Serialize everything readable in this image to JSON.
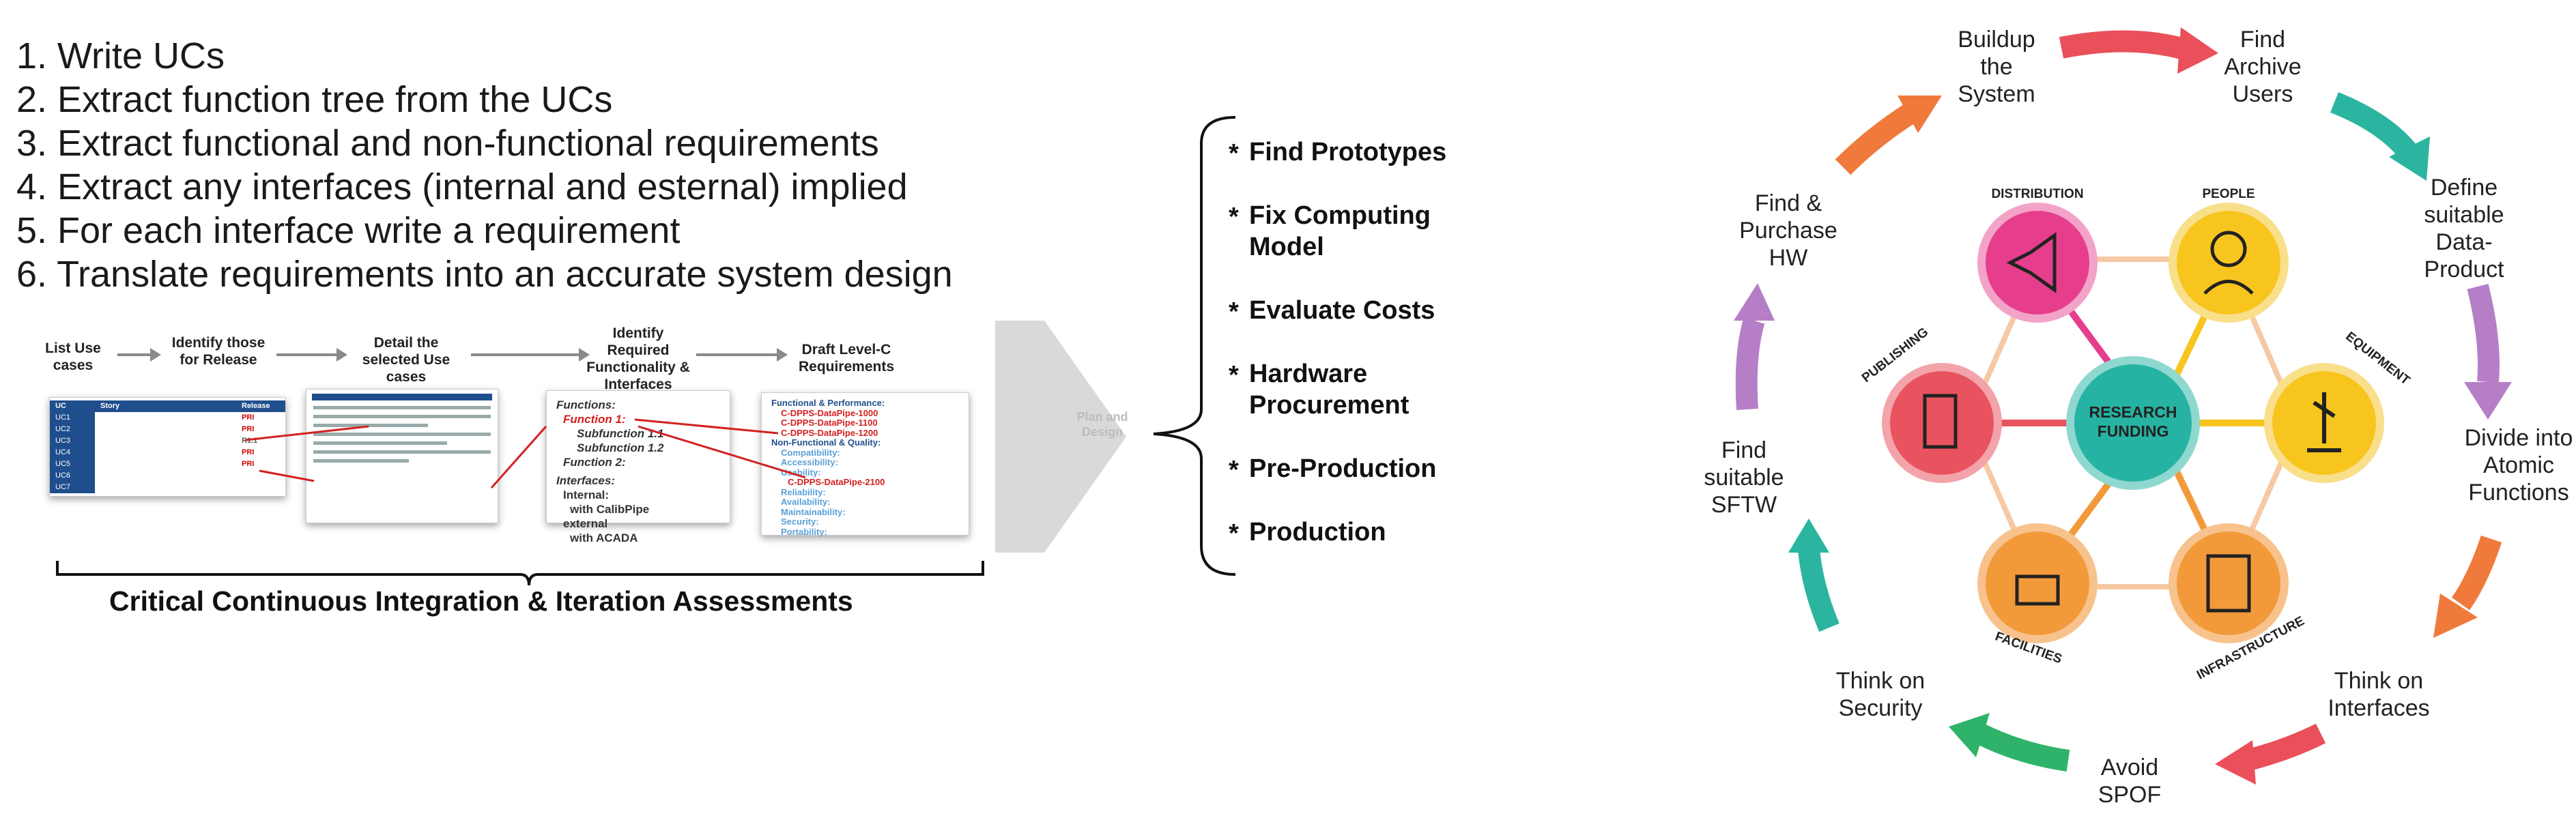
{
  "steps": [
    "1. Write UCs",
    "2. Extract function tree from the UCs",
    "3. Extract functional and non-functional requirements",
    "4. Extract any interfaces (internal and esternal) implied",
    "5. For each interface write a requirement",
    "6. Translate requirements into an accurate system design"
  ],
  "flow": {
    "labels": [
      "List Use cases",
      "Identify those for Release",
      "Detail the selected Use cases",
      "Identify Required Functionality & Interfaces",
      "Draft Level-C Requirements"
    ],
    "plan_label": "Plan and Design",
    "uc_table": {
      "headers": [
        "UC",
        "Story",
        "Release"
      ],
      "rows": [
        [
          "UC1",
          "",
          "PRI"
        ],
        [
          "UC2",
          "",
          "PRI"
        ],
        [
          "UC3",
          "",
          "R1.1"
        ],
        [
          "UC4",
          "",
          "PRI"
        ],
        [
          "UC5",
          "",
          "PRI"
        ],
        [
          "UC6",
          "",
          ""
        ],
        [
          "UC7",
          "",
          ""
        ]
      ]
    },
    "functions_card": [
      "Functions:",
      "Function 1:",
      "Subfunction 1.1",
      "Subfunction 1.2",
      "Function 2:",
      "Interfaces:",
      "Internal:",
      "with CalibPipe",
      "external",
      "with ACADA"
    ],
    "requirements_card": [
      "Functional & Performance:",
      "C-DPPS-DataPipe-1000",
      "C-DPPS-DataPipe-1100",
      "C-DPPS-DataPipe-1200",
      "Non-Functional & Quality:",
      "Compatibility:",
      "Accessibility:",
      "Usability:",
      "C-DPPS-DataPipe-2100",
      "Reliability:",
      "Availability:",
      "Maintainability:",
      "Security:",
      "Portability:"
    ]
  },
  "bottom_label": "Critical Continuous Integration & Iteration Assessments",
  "workflow": [
    "Find Prototypes",
    "Fix Computing Model",
    "Evaluate Costs",
    "Hardware Procurement",
    "Pre-Production",
    "Production"
  ],
  "cycle": {
    "center": "RESEARCH FUNDING",
    "nodes": [
      "DISTRIBUTION",
      "PEOPLE",
      "EQUIPMENT",
      "INFRASTRUCTURE",
      "FACILITIES",
      "PUBLISHING"
    ],
    "steps": [
      "Buildup the System",
      "Find Archive Users",
      "Define suitable Data-Product",
      "Divide into Atomic Functions",
      "Think on Interfaces",
      "Avoid SPOF",
      "Think on Security",
      "Find suitable SFTW",
      "Find & Purchase HW"
    ]
  },
  "colors": {
    "red": "#e9505a",
    "teal": "#2bb5a0",
    "purple": "#b57ec6",
    "orange": "#f07a3c",
    "green": "#2fb36a",
    "pink_node": "#e63e8c",
    "yellow_node": "#f7c51e",
    "orange_node": "#f29a3a",
    "red_node": "#e8535f",
    "center_teal": "#27b3a3"
  }
}
